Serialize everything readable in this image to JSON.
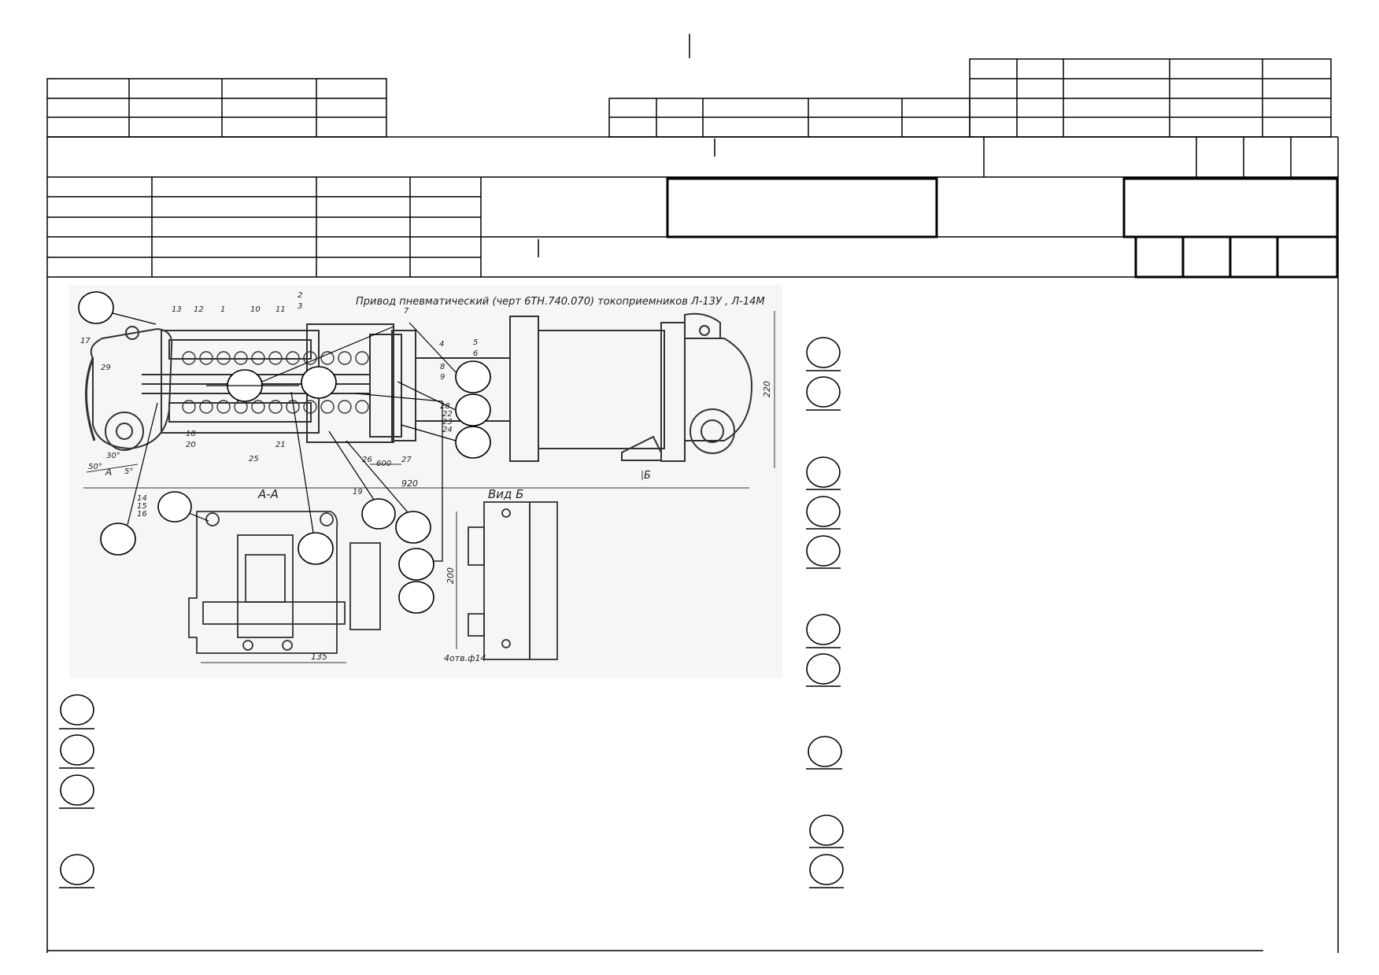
{
  "drawing": {
    "caption": "Привод пневматический (черт 6ТН.740.070) токоприемников  Л-13У , Л-14М",
    "section_aa": "А-А",
    "view_b": "Вид Б",
    "view_a_mark": "А",
    "view_b_mark": "Б",
    "dim_920": "920",
    "dim_220": "220",
    "dim_600": "600",
    "dim_200": "200",
    "dim_135": "135",
    "holes_note": "4отв.ф14",
    "angle_30": "30°",
    "angle_50": "50°",
    "angle_5": "5°",
    "labels": [
      "13",
      "12",
      "1",
      "10",
      "11",
      "2",
      "3",
      "7",
      "4",
      "5",
      "6",
      "8",
      "9",
      "28",
      "22",
      "23",
      "24",
      "26",
      "27",
      "17",
      "29",
      "18",
      "20",
      "14",
      "15",
      "16",
      "25",
      "21",
      "19"
    ]
  }
}
